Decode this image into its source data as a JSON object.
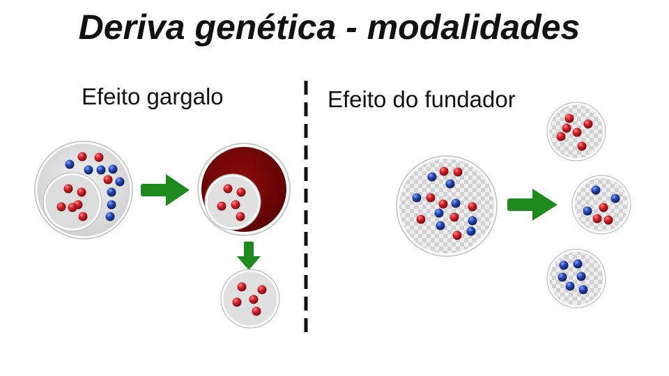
{
  "title": "Deriva genética - modalidades",
  "panels": {
    "bottleneck_label": "Efeito gargalo",
    "founder_label": "Efeito do fundador"
  },
  "colors": {
    "red_allele": "#c4161c",
    "blue_allele": "#1f3c9e",
    "arrow": "#1e8a1e",
    "bottleneck": "#7a0606",
    "circle_fill": "#e3e3e3",
    "divider": "#111111"
  }
}
